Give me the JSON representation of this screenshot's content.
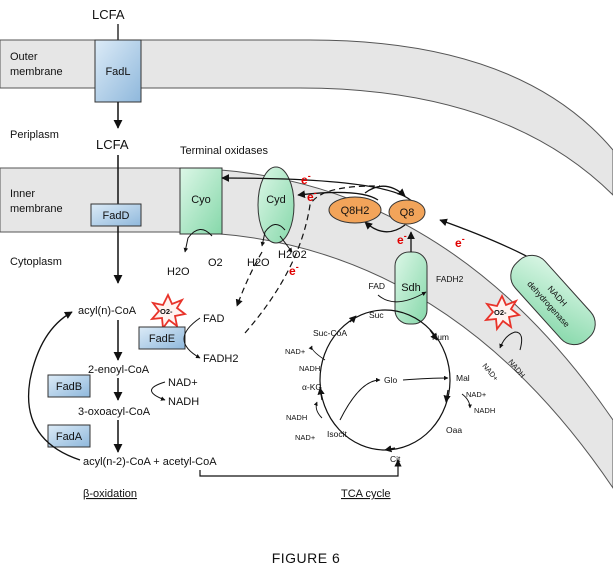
{
  "regions": {
    "outer_membrane": [
      "Outer",
      "membrane"
    ],
    "periplasm": "Periplasm",
    "inner_membrane": [
      "Inner",
      "membrane"
    ],
    "cytoplasm": "Cytoplasm"
  },
  "lcfa_top": "LCFA",
  "lcfa_peri": "LCFA",
  "proteins": {
    "fadl": "FadL",
    "fadd": "FadD",
    "fade": "FadE",
    "fadb": "FadB",
    "fada": "FadA",
    "cyo": "Cyo",
    "cyd": "Cyd",
    "sdh": "Sdh",
    "nadh_dh": [
      "NADH",
      "dehydrogenase"
    ],
    "q8h2": "Q8H2",
    "q8": "Q8"
  },
  "terminal_oxidases": "Terminal oxidases",
  "electron": "e",
  "electron_sup": "-",
  "superoxide": "O2-",
  "beta_oxidation": {
    "acyl_n": "acyl(n)-CoA",
    "fad": "FAD",
    "fadh2": "FADH2",
    "enoyl": "2-enoyl-CoA",
    "nad_plus": "NAD+",
    "nadh": "NADH",
    "oxoacyl": "3-oxoacyl-CoA",
    "acyl_n2": "acyl(n-2)-CoA + acetyl-CoA",
    "title": "β-oxidation"
  },
  "cyo_products": {
    "h2o": "H2O",
    "o2": "O2"
  },
  "cyd_products": {
    "h2o": "H2O",
    "h2o2": "H2O2"
  },
  "sdh_labels": {
    "fad": "FAD",
    "fadh2": "FADH2"
  },
  "nadh_dh_labels": {
    "nad_plus": "NAD+",
    "nadh": "NADH"
  },
  "tca": {
    "suc": "Suc",
    "fum": "Fum",
    "mal": "Mal",
    "oaa": "Oaa",
    "cit": "Cit",
    "isocit": "Isocit",
    "akg": "α-KG",
    "suc_coa": "Suc-CoA",
    "glo": "Glo",
    "nad_plus": "NAD+",
    "nadh": "NADH",
    "title": "TCA cycle"
  },
  "caption": "FIGURE 6",
  "colors": {
    "membrane": "#e6e6e6",
    "blue_protein": "#a9cbe6",
    "green_protein": "#a8e6c2",
    "quinone": "#f2a45a",
    "electron": "#e00000",
    "star": "#e8332a"
  }
}
